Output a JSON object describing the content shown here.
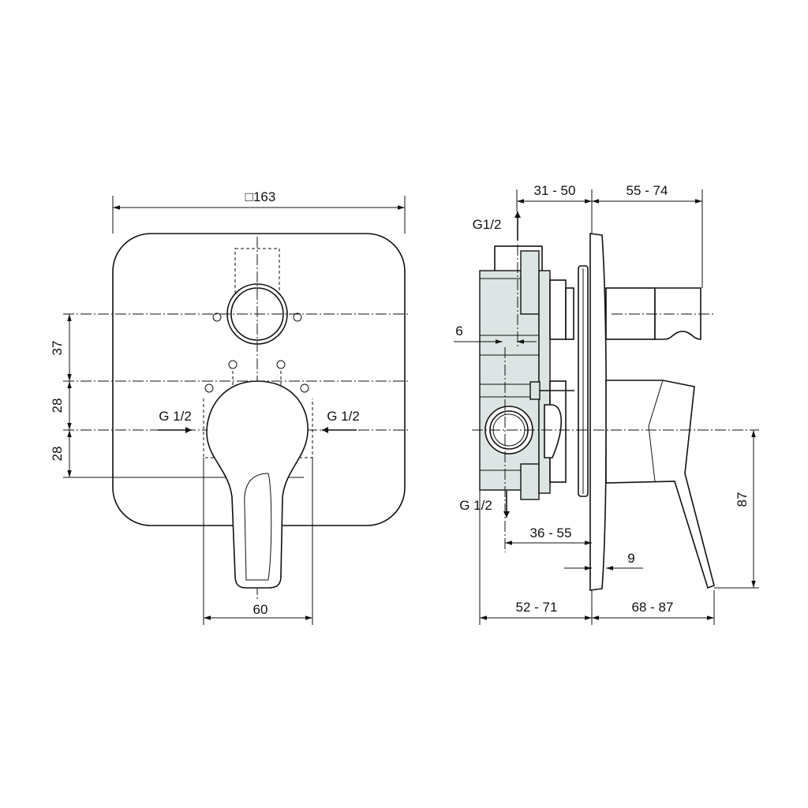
{
  "front_view": {
    "plate_size": "□163",
    "dim_upper": "37",
    "dim_middle": "28",
    "dim_lower": "28",
    "inlet_left": "G 1/2",
    "inlet_right": "G 1/2",
    "handle_width": "60"
  },
  "side_view": {
    "outlet_top": "G1/2",
    "outlet_bottom": "G 1/2",
    "dim_top_left": "31 - 50",
    "dim_top_right": "55 - 74",
    "dim_offset": "6",
    "dim_body": "36 - 55",
    "dim_plate": "9",
    "dim_bottom_left": "52 - 71",
    "dim_bottom_right": "68 - 87",
    "dim_height": "87"
  },
  "colors": {
    "box_fill": "#dce5e4",
    "line": "#111111"
  }
}
